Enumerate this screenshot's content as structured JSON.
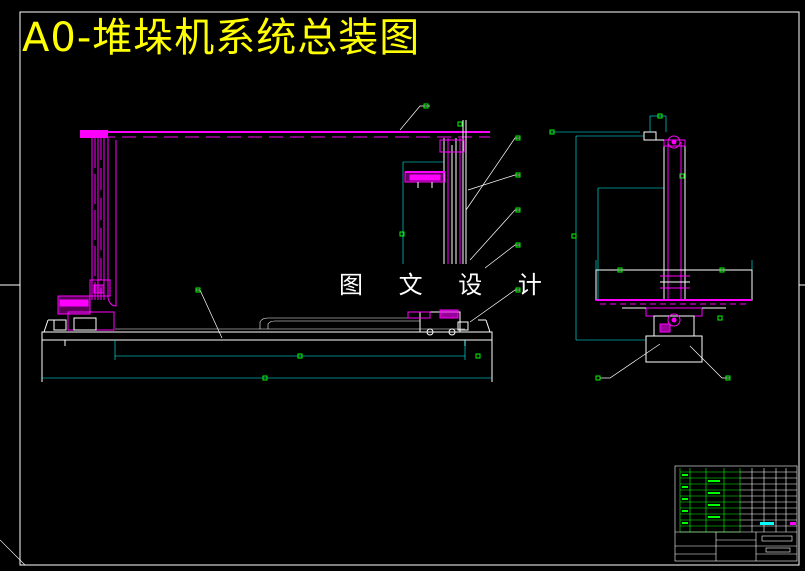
{
  "drawing": {
    "title": "A0-堆垛机系统总装图",
    "watermark": "图 文 设 计"
  },
  "colors": {
    "background": "#000000",
    "outline": "#ffffff",
    "structure": "#ff00ff",
    "dimension": "#00ffff",
    "callout": "#00ff00",
    "title": "#ffff00"
  },
  "views": [
    "front-elevation",
    "side-elevation"
  ],
  "title_block": {
    "visible": true
  }
}
